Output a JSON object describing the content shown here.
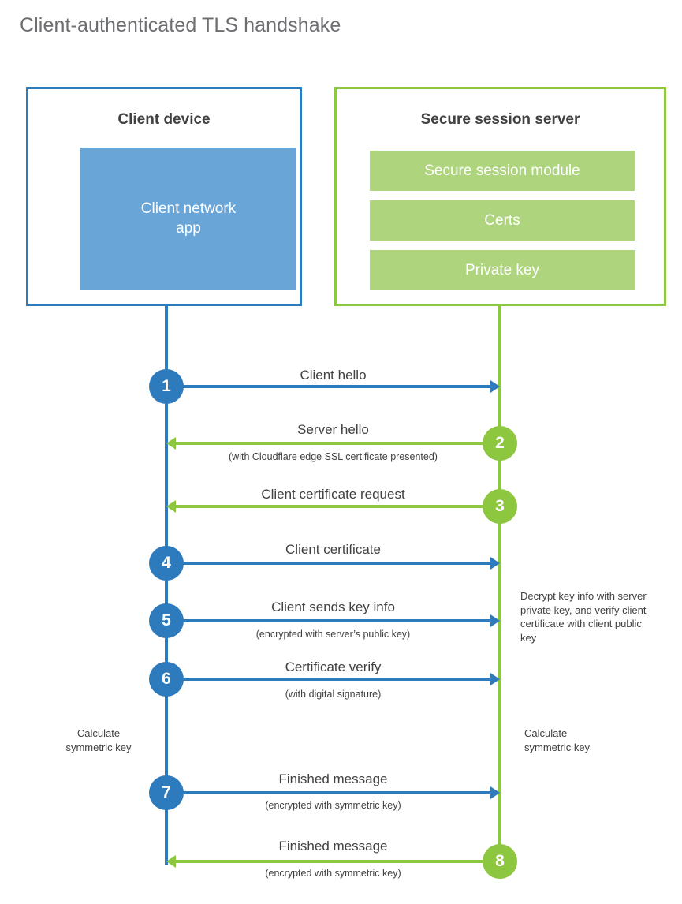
{
  "diagram": {
    "title": "Client-authenticated TLS handshake",
    "colors": {
      "client_blue_border": "#2d7bbd",
      "client_blue_fill": "#6aa5d8",
      "server_green_border": "#8dc63f",
      "server_green_fill": "#aed57e",
      "text_dark": "#414042",
      "title_gray": "#6d6e71"
    }
  },
  "client_panel": {
    "title": "Client device",
    "app_label_line1": "Client network",
    "app_label_line2": "app"
  },
  "server_panel": {
    "title": "Secure session server",
    "bars": [
      {
        "label": "Secure session module"
      },
      {
        "label": "Certs"
      },
      {
        "label": "Private key"
      }
    ]
  },
  "steps": [
    {
      "number": "1",
      "side": "client",
      "color": "blue",
      "direction": "right",
      "label": "Client hello",
      "sub": ""
    },
    {
      "number": "2",
      "side": "server",
      "color": "green",
      "direction": "left",
      "label": "Server hello",
      "sub": "(with Cloudflare edge SSL certificate presented)"
    },
    {
      "number": "3",
      "side": "server",
      "color": "green",
      "direction": "left",
      "label": "Client certificate request",
      "sub": ""
    },
    {
      "number": "4",
      "side": "client",
      "color": "blue",
      "direction": "right",
      "label": "Client certificate",
      "sub": ""
    },
    {
      "number": "5",
      "side": "client",
      "color": "blue",
      "direction": "right",
      "label": "Client sends key info",
      "sub": "(encrypted with server’s public key)"
    },
    {
      "number": "6",
      "side": "client",
      "color": "blue",
      "direction": "right",
      "label": "Certificate verify",
      "sub": "(with digital signature)"
    },
    {
      "number": "7",
      "side": "client",
      "color": "blue",
      "direction": "right",
      "label": "Finished message",
      "sub": "(encrypted with symmetric key)"
    },
    {
      "number": "8",
      "side": "server",
      "color": "green",
      "direction": "left",
      "label": "Finished message",
      "sub": "(encrypted with symmetric key)"
    }
  ],
  "annotations": {
    "server_decrypt": "Decrypt key info with server private key, and verify client certificate with client public key",
    "client_calc_line1": "Calculate",
    "client_calc_line2": "symmetric key",
    "server_calc_line1": "Calculate",
    "server_calc_line2": "symmetric key"
  }
}
